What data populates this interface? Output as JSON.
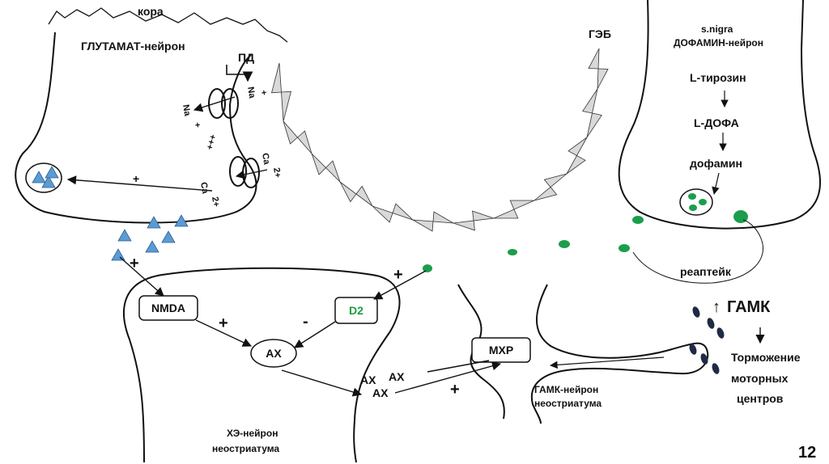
{
  "colors": {
    "dopamine_green": "#1b9e4b",
    "glutamate_blue": "#5b9bd5",
    "bbb_grey": "#d9d9d9",
    "d2_text_green": "#1a9e3f",
    "gaba_dark": "#1f2a44"
  },
  "labels": {
    "cortex": "кора",
    "glutamate_neuron": "ГЛУТАМАТ-нейрон",
    "ap": "ПД",
    "na1": "Na",
    "na1_charge": "+",
    "na2": "Na",
    "na2_charge": "+",
    "plus_chain": "+++",
    "ca1": "Ca",
    "ca1_charge": "2+",
    "ca2": "Ca",
    "ca2_charge": "2+",
    "vesicle_plus": "+",
    "nmda_plus": "+",
    "bbb": "ГЭБ",
    "snigra_1": "s.nigra",
    "snigra_2": "ДОФАМИН-нейрон",
    "l_tyrosine": "L-тирозин",
    "l_dopa": "L-ДОФА",
    "dopamine": "дофамин",
    "reuptake": "реаптейк",
    "d2_plus": "+",
    "nmda": "NMDA",
    "d2": "D2",
    "nmda_to_ach_plus": "+",
    "d2_to_ach_minus": "-",
    "ach": "АХ",
    "ach_cluster_1": "АХ",
    "ach_cluster_2": "АХ",
    "ach_cluster_3": "АХ",
    "ach_to_mhr_plus": "+",
    "mhr": "МХР",
    "gaba_neuron_1": "ГАМК-нейрон",
    "gaba_neuron_2": "неостриатума",
    "che_neuron_1": "ХЭ-нейрон",
    "che_neuron_2": "неостриатума",
    "gaba_up_arrow": "↑",
    "gaba": "ГАМК",
    "down_arrow": "↓",
    "inhibition_1": "Торможение",
    "inhibition_2": "моторных",
    "inhibition_3": "центров",
    "page_number": "12"
  }
}
